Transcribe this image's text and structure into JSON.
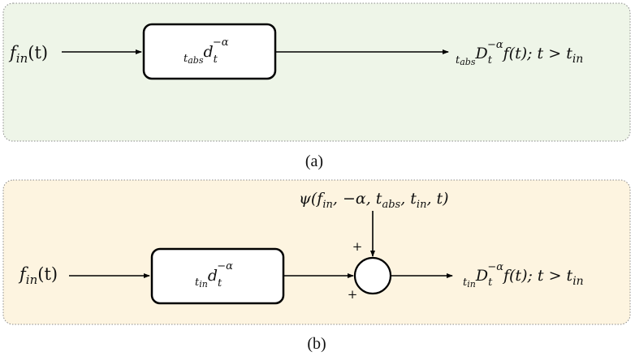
{
  "panel_a": {
    "caption": "(a)",
    "input": {
      "f": "f",
      "sub": "in",
      "arg": "(t)"
    },
    "operator": {
      "pre": "t",
      "pre_sub": "abs",
      "d": "d",
      "d_sub": "t",
      "d_sup": "−α"
    },
    "output": {
      "pre": "t",
      "pre_sub": "abs",
      "D": "D",
      "D_sub": "t",
      "D_sup": "−α",
      "rest": "f(t); t > t",
      "rest_sub": "in"
    }
  },
  "panel_b": {
    "caption": "(b)",
    "input": {
      "f": "f",
      "sub": "in",
      "arg": "(t)"
    },
    "operator": {
      "pre": "t",
      "pre_sub": "in",
      "d": "d",
      "d_sub": "t",
      "d_sup": "−α"
    },
    "psi": {
      "head": "ψ(f",
      "s1": "in",
      "mid1": ", −α, t",
      "s2": "abs",
      "mid2": ", t",
      "s3": "in",
      "tail": ", t)"
    },
    "sum_signs": {
      "top": "+",
      "bottom": "+"
    },
    "output": {
      "pre": "t",
      "pre_sub": "in",
      "D": "D",
      "D_sub": "t",
      "D_sup": "−α",
      "rest": "f(t); t > t",
      "rest_sub": "in"
    }
  }
}
